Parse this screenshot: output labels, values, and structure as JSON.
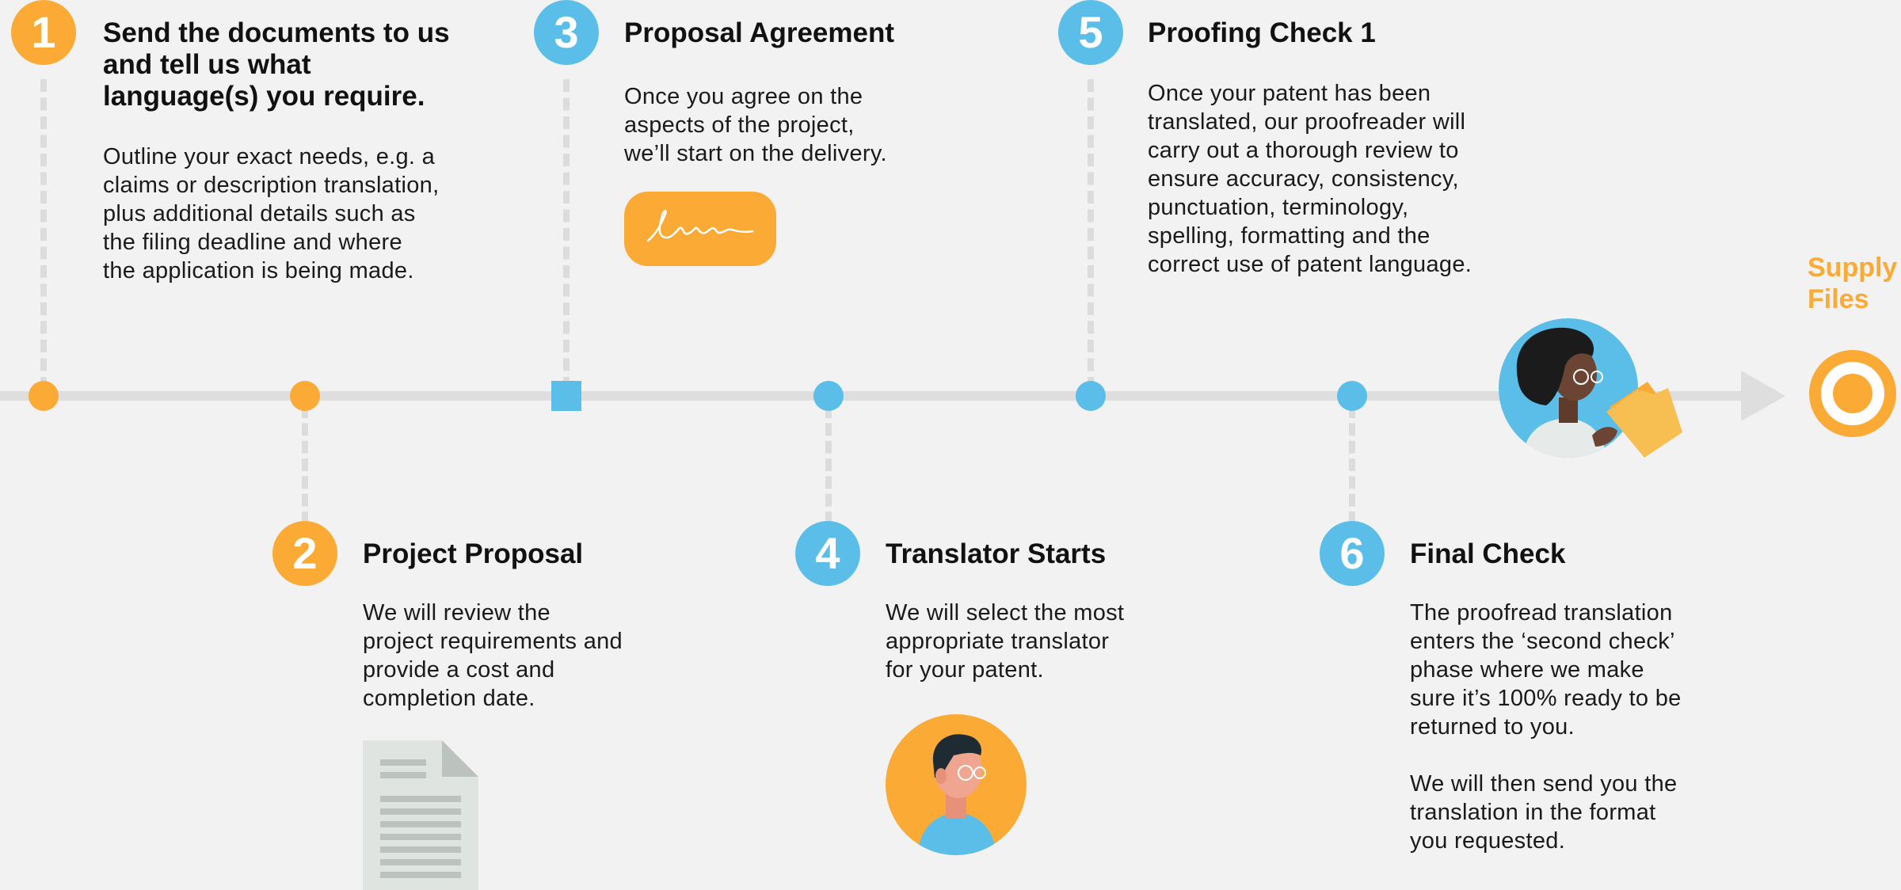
{
  "steps": [
    {
      "number": "1",
      "title": "Send the documents to us\nand tell us what\nlanguage(s) you require.",
      "body": "Outline your exact needs, e.g. a\nclaims or description translation,\nplus additional details such as\nthe filing deadline and where\nthe application is being made."
    },
    {
      "number": "2",
      "title": "Project Proposal",
      "body": "We will review the\nproject requirements and\nprovide a cost and\ncompletion date."
    },
    {
      "number": "3",
      "title": "Proposal Agreement",
      "body": "Once you agree on the\naspects of the project,\nwe’ll start on the delivery."
    },
    {
      "number": "4",
      "title": "Translator Starts",
      "body": "We will select the most\nappropriate translator\nfor your patent."
    },
    {
      "number": "5",
      "title": "Proofing Check 1",
      "body": "Once your patent has been\ntranslated, our proofreader will\ncarry out a thorough review to\nensure accuracy, consistency,\npunctuation, terminology,\nspelling, formatting and the\ncorrect use of patent language."
    },
    {
      "number": "6",
      "title": "Final Check",
      "body": "The proofread translation\nenters the ‘second check’\nphase where we make\nsure it’s 100% ready to be\nreturned to you.\n\nWe will then send you the\ntranslation in the format\nyou requested."
    }
  ],
  "end_label": "Supply\nFiles",
  "colors": {
    "orange": "#fbaa35",
    "blue": "#5bbee8",
    "track": "#dedede",
    "background": "#f2f2f2"
  },
  "icons": [
    "document-icon",
    "signature-icon",
    "translator-avatar-icon",
    "proofreader-avatar-icon",
    "target-icon",
    "arrow-right-icon"
  ]
}
